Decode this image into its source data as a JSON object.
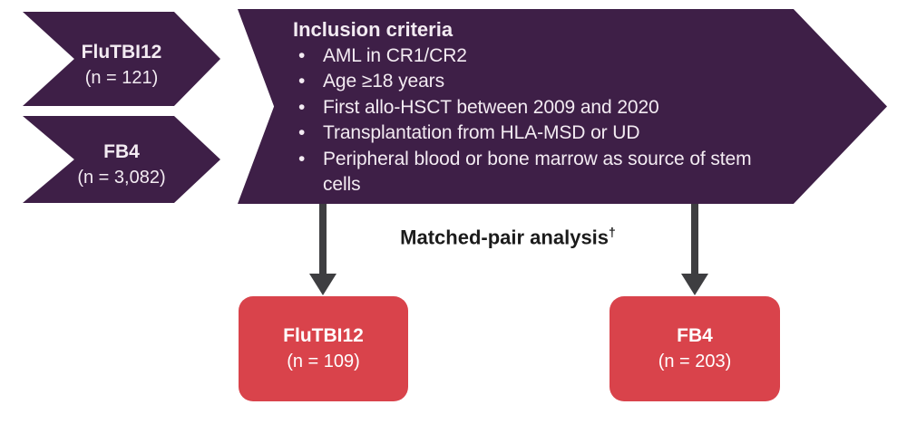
{
  "colors": {
    "purple": "#3e1f47",
    "red": "#d9434b",
    "arrow": "#3e3e41",
    "light-text": "#f3ebf2",
    "dark-text": "#1b1b1b",
    "bg": "#ffffff"
  },
  "input_arrows": [
    {
      "label": "FluTBI12",
      "sublabel": "(n = 121)"
    },
    {
      "label": "FB4",
      "sublabel": "(n = 3,082)"
    }
  ],
  "criteria": {
    "title": "Inclusion criteria",
    "items": [
      "AML in CR1/CR2",
      "Age ≥18 years",
      "First allo-HSCT between 2009 and 2020",
      "Transplantation from HLA-MSD or UD",
      "Peripheral blood or bone marrow as source of stem\ncells"
    ]
  },
  "analysis": {
    "label": "Matched-pair analysis",
    "superscript": "†"
  },
  "result_boxes": [
    {
      "label": "FluTBI12",
      "sublabel": "(n = 109)"
    },
    {
      "label": "FB4",
      "sublabel": "(n = 203)"
    }
  ]
}
